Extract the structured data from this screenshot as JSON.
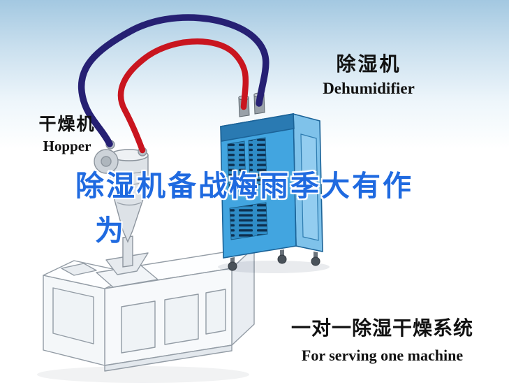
{
  "labels": {
    "hopper": {
      "cn": "干燥机",
      "en": "Hopper"
    },
    "dehumidifier": {
      "cn": "除湿机",
      "en": "Dehumidifier"
    },
    "title": {
      "line1": "除湿机备战梅雨季大有作",
      "line2": "为"
    },
    "system": {
      "cn": "一对一除湿干燥系统",
      "en": "For serving one machine"
    }
  },
  "colors": {
    "title_blue": "#1f6ae0",
    "hose_red": "#c9151f",
    "hose_navy": "#262073",
    "unit_front": "#42a5e0",
    "unit_side": "#7fc2ea",
    "unit_outline": "#1b6398",
    "label_text": "#111111",
    "bg_top": "#a3c8e1"
  }
}
